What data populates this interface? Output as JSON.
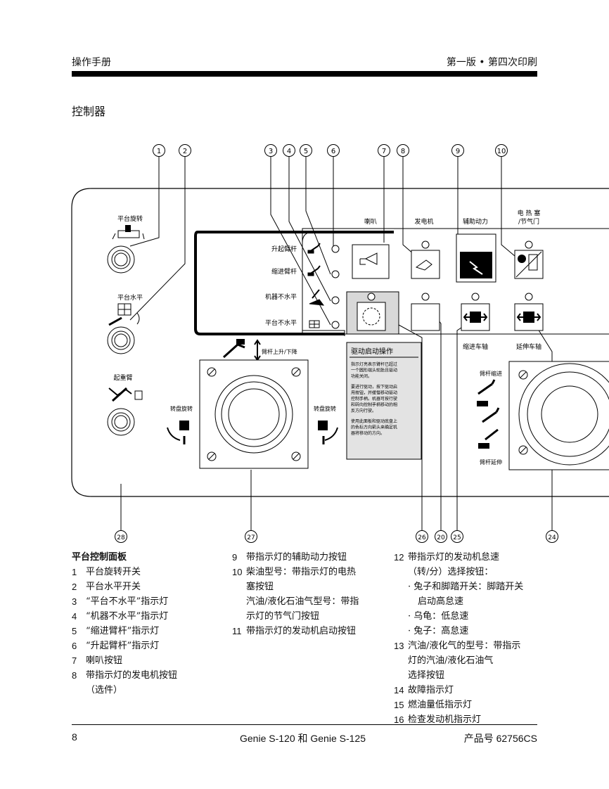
{
  "header": {
    "left": "操作手册",
    "right": "第一版 • 第四次印刷"
  },
  "section_title": "控制器",
  "callouts": [
    "1",
    "2",
    "3",
    "4",
    "5",
    "6",
    "7",
    "8",
    "9",
    "10",
    "28",
    "27",
    "26",
    "20",
    "25",
    "24"
  ],
  "panel": {
    "platform_rotate": "平台旋转",
    "platform_level": "平台水平",
    "jib": "起重臂",
    "boom_up": "升起臂杆",
    "boom_retract": "缩进臂杆",
    "machine_not_level": "机器不水平",
    "platform_not_level": "平台不水平",
    "horn": "喇叭",
    "generator": "发电机",
    "aux_power": "辅助动力",
    "glow_plug_l1": "电 热 塞",
    "glow_plug_l2": "/节气门",
    "retract_axle": "缩进车轴",
    "extend_axle": "延伸车轴",
    "boom_updown": "臂杆上升/下降",
    "turntable_rotate_left": "转盘旋转",
    "turntable_rotate_right": "转盘旋转",
    "boom_retract_side": "臂杆缩进",
    "boom_extend_side": "臂杆延伸",
    "drive_box_title": "驱动启动操作",
    "drive_p1": [
      "指示灯亮表示臂杆已超过",
      "一个圆形端头轮胎且驱动",
      "功能关闭。"
    ],
    "drive_p2": [
      "要进行驱动，按下驱动启",
      "用按钮，并缓慢移动驱动",
      "控制手柄。机器可按行驶",
      "和转向控制手柄移动的相",
      "反方向行驶。"
    ],
    "drive_p3": [
      "使用此面板和驱动底盘上",
      "的色标方向箭头来确定机",
      "器将移动的方向。"
    ]
  },
  "legend": {
    "heading": "平台控制面板",
    "col1": [
      {
        "n": "1",
        "t": "平台旋转开关"
      },
      {
        "n": "2",
        "t": "平台水平开关"
      },
      {
        "n": "3",
        "t": "“平台不水平”指示灯"
      },
      {
        "n": "4",
        "t": "“机器不水平”指示灯"
      },
      {
        "n": "5",
        "t": "“缩进臂杆”指示灯"
      },
      {
        "n": "6",
        "t": "“升起臂杆”指示灯"
      },
      {
        "n": "7",
        "t": "喇叭按钮"
      },
      {
        "n": "8",
        "t": "带指示灯的发电机按钮"
      }
    ],
    "col1_cont": "（选件）",
    "col2": {
      "i9": {
        "n": "9",
        "t": "带指示灯的辅助动力按钮"
      },
      "i10": {
        "n": "10",
        "t": "柴油型号：带指示灯的电热"
      },
      "i10_l2": "塞按钮",
      "i10_l3": "汽油/液化石油气型号：带指",
      "i10_l4": "示灯的节气门按钮",
      "i11": {
        "n": "11",
        "t": "带指示灯的发动机启动按钮"
      }
    },
    "col3": {
      "i12": {
        "n": "12",
        "t": "带指示灯的发动机怠速"
      },
      "i12_l2": "（转/分）选择按钮：",
      "i12_l3": "· 兔子和脚踏开关：脚踏开关",
      "i12_l4": "启动高怠速",
      "i12_l5": "· 乌龟：低怠速",
      "i12_l6": "· 兔子：高怠速",
      "i13": {
        "n": "13",
        "t": "汽油/液化气的型号：带指示"
      },
      "i13_l2": "灯的汽油/液化石油气",
      "i13_l3": "选择按钮",
      "i14": {
        "n": "14",
        "t": "故障指示灯"
      },
      "i15": {
        "n": "15",
        "t": "燃油量低指示灯"
      },
      "i16": {
        "n": "16",
        "t": "检查发动机指示灯"
      }
    }
  },
  "footer": {
    "page": "8",
    "model": "Genie S-120 和 Genie S-125",
    "product": "产品号  62756CS"
  }
}
